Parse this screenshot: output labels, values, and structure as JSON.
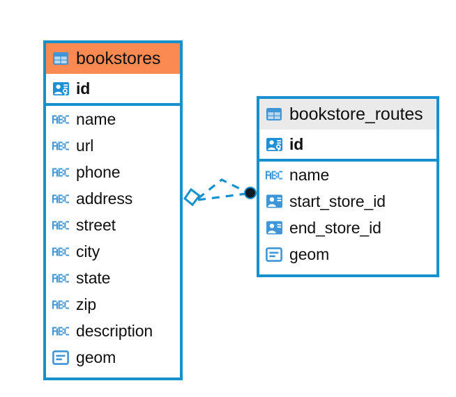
{
  "diagram": {
    "type": "entity-relationship-diagram",
    "background_color": "#ffffff",
    "accent_color": "#1691ce",
    "highlight_color": "#fa8a52"
  },
  "entities": [
    {
      "name": "bookstores",
      "header_style": "orange",
      "header_icon": "table-icon",
      "primary_keys": [
        {
          "label": "id",
          "icon": "primary-key-icon",
          "type": "key"
        }
      ],
      "fields": [
        {
          "label": "name",
          "icon": "abc-text-icon",
          "type": "text"
        },
        {
          "label": "url",
          "icon": "abc-text-icon",
          "type": "text"
        },
        {
          "label": "phone",
          "icon": "abc-text-icon",
          "type": "text"
        },
        {
          "label": "address",
          "icon": "abc-text-icon",
          "type": "text"
        },
        {
          "label": "street",
          "icon": "abc-text-icon",
          "type": "text"
        },
        {
          "label": "city",
          "icon": "abc-text-icon",
          "type": "text"
        },
        {
          "label": "state",
          "icon": "abc-text-icon",
          "type": "text"
        },
        {
          "label": "zip",
          "icon": "abc-text-icon",
          "type": "text"
        },
        {
          "label": "description",
          "icon": "abc-text-icon",
          "type": "text"
        },
        {
          "label": "geom",
          "icon": "geometry-icon",
          "type": "geometry"
        }
      ]
    },
    {
      "name": "bookstore_routes",
      "header_style": "grey",
      "header_icon": "table-icon",
      "primary_keys": [
        {
          "label": "id",
          "icon": "primary-key-icon",
          "type": "key"
        }
      ],
      "fields": [
        {
          "label": "name",
          "icon": "abc-text-icon",
          "type": "text"
        },
        {
          "label": "start_store_id",
          "icon": "foreign-key-icon",
          "type": "reference"
        },
        {
          "label": "end_store_id",
          "icon": "foreign-key-icon",
          "type": "reference"
        },
        {
          "label": "geom",
          "icon": "geometry-icon",
          "type": "geometry"
        }
      ]
    }
  ],
  "relationship": {
    "name": "bookstores-to-bookstore-routes",
    "line_style": "dashed",
    "color": "#1691ce",
    "source_marker": "diamond",
    "target_marker": "filled-circle",
    "branches": 2
  }
}
